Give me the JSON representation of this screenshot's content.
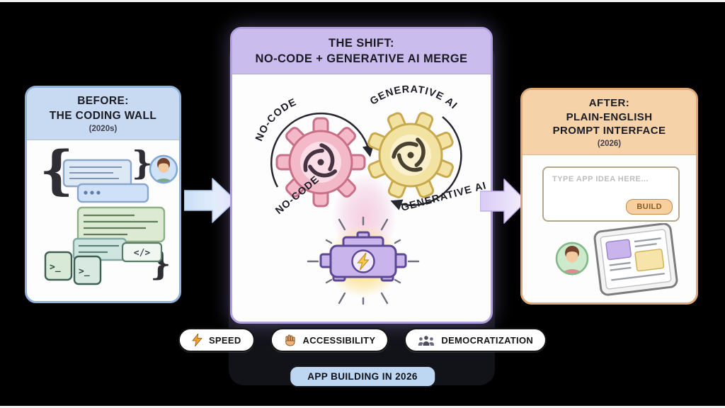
{
  "before": {
    "title_line1": "BEFORE:",
    "title_line2": "THE CODING WALL",
    "era": "(2020s)",
    "brace_open": "{",
    "brace_close": "}",
    "brace_close2": "}",
    "code_tag": "</>",
    "terminal_prompt": ">_",
    "terminal_prompt2": ">_"
  },
  "shift": {
    "title_line1": "THE SHIFT:",
    "title_line2": "NO-CODE + GENERATIVE AI MERGE",
    "label_nocode_top": "NO-CODE",
    "label_nocode_bottom": "NO-CODE",
    "label_genai_top": "GENERATIVE AI",
    "label_genai_bottom": "GENERATIVE AI"
  },
  "after": {
    "title_line1": "AFTER:",
    "title_line2": "PLAIN-ENGLISH",
    "title_line3": "PROMPT INTERFACE",
    "era": "(2026)",
    "prompt_placeholder": "TYPE APP IDEA HERE...",
    "build_label": "BUILD"
  },
  "badges": [
    {
      "icon": "lightning-icon",
      "label": "SPEED"
    },
    {
      "icon": "hand-icon",
      "label": "ACCESSIBILITY"
    },
    {
      "icon": "people-icon",
      "label": "DEMOCRATIZATION"
    }
  ],
  "footer": {
    "label": "APP BUILDING IN 2026"
  },
  "colors": {
    "background": "#000000",
    "before_header": "#c8daf2",
    "before_border": "#8fb0d8",
    "shift_header": "#cbbcee",
    "shift_border": "#b2a0e2",
    "after_header": "#f6d2a8",
    "after_border": "#dca878",
    "gear_no_code": "#f4b9c8",
    "gear_generative_ai": "#f3e3a3",
    "engine": "#c9b5ec",
    "bolt": "#f7c948",
    "build_button": "#f8cf9f",
    "footer_pill": "#bdd7f3"
  }
}
